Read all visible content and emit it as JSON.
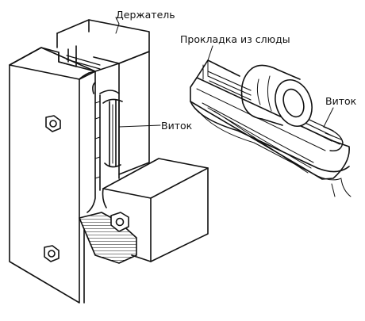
{
  "labels": {
    "holder": "Держатель",
    "mica_gasket": "Прокладка из слюды",
    "turn_left": "Виток",
    "turn_right": "Виток"
  },
  "colors": {
    "ink": "#111111",
    "paper": "#ffffff"
  }
}
